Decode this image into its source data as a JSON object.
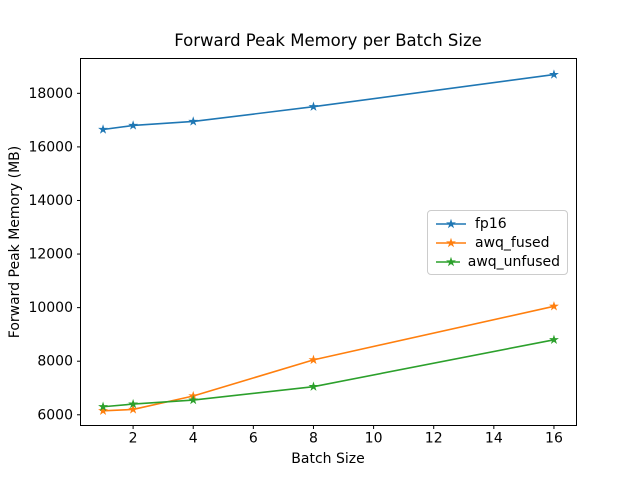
{
  "chart_data": {
    "type": "line",
    "title": "Forward Peak Memory per Batch Size",
    "xlabel": "Batch Size",
    "ylabel": "Forward Peak Memory (MB)",
    "x": [
      1,
      2,
      4,
      8,
      16
    ],
    "series": [
      {
        "name": "fp16",
        "color": "#1f77b4",
        "values": [
          16650,
          16800,
          16950,
          17500,
          18700
        ]
      },
      {
        "name": "awq_fused",
        "color": "#ff7f0e",
        "values": [
          6150,
          6200,
          6700,
          8050,
          10050
        ]
      },
      {
        "name": "awq_unfused",
        "color": "#2ca02c",
        "values": [
          6300,
          6400,
          6550,
          7050,
          8800
        ]
      }
    ],
    "xticks": [
      2,
      4,
      6,
      8,
      10,
      12,
      14,
      16
    ],
    "yticks": [
      6000,
      8000,
      10000,
      12000,
      14000,
      16000,
      18000
    ],
    "xlim": [
      0.25,
      16.75
    ],
    "ylim": [
      5600,
      19300
    ],
    "grid": false,
    "marker": "star",
    "line_width": 1.6,
    "legend_position": "center right",
    "axis_color": "#000000",
    "background": "#ffffff"
  }
}
